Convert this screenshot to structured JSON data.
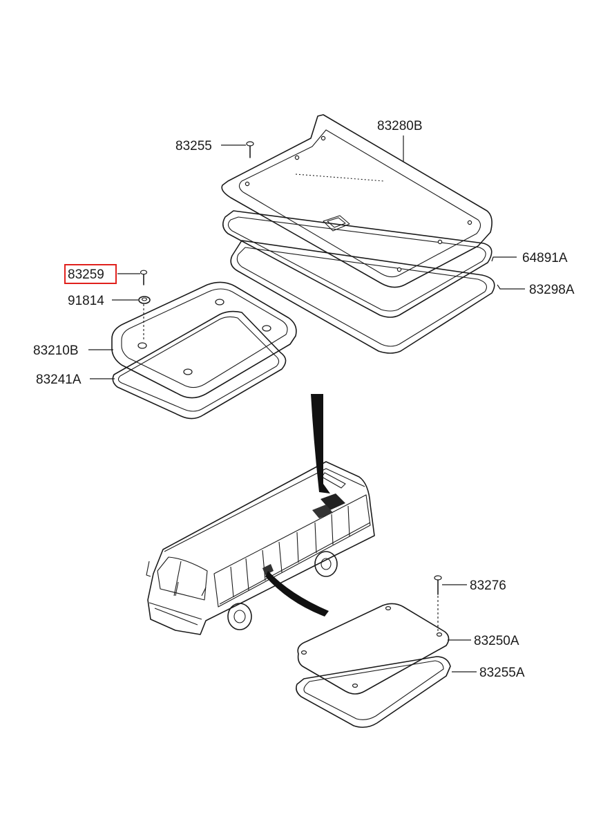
{
  "labels": {
    "p83280B": "83280B",
    "p83255": "83255",
    "p64891A": "64891A",
    "p83298A": "83298A",
    "p83259": "83259",
    "p91814": "91814",
    "p83210B": "83210B",
    "p83241A": "83241A",
    "p83276": "83276",
    "p83250A": "83250A",
    "p83255A": "83255A"
  },
  "highlight": {
    "part": "83259",
    "color": "#e0201c"
  }
}
